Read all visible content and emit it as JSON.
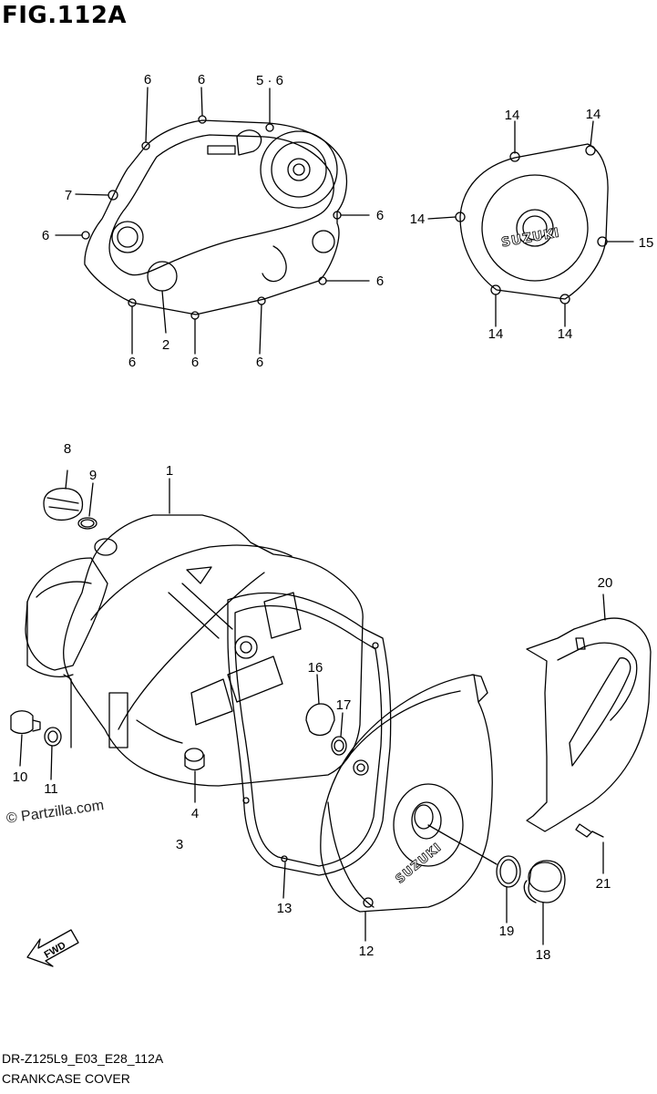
{
  "figure": {
    "title": "FIG.112A",
    "code": "DR-Z125L9_E03_E28_112A",
    "description": "CRANKCASE COVER",
    "watermark": "© Partzilla.com",
    "fwd_label": "FWD"
  },
  "callouts": [
    {
      "id": "c6a",
      "label": "6"
    },
    {
      "id": "c6b",
      "label": "6"
    },
    {
      "id": "c56",
      "label": "5 · 6"
    },
    {
      "id": "c7",
      "label": "7"
    },
    {
      "id": "c6c",
      "label": "6"
    },
    {
      "id": "c6d",
      "label": "6"
    },
    {
      "id": "c6e",
      "label": "6"
    },
    {
      "id": "c2",
      "label": "2"
    },
    {
      "id": "c6f",
      "label": "6"
    },
    {
      "id": "c6g",
      "label": "6"
    },
    {
      "id": "c6h",
      "label": "6"
    },
    {
      "id": "c14a",
      "label": "14"
    },
    {
      "id": "c14b",
      "label": "14"
    },
    {
      "id": "c14c",
      "label": "14"
    },
    {
      "id": "c15",
      "label": "15"
    },
    {
      "id": "c14d",
      "label": "14"
    },
    {
      "id": "c14e",
      "label": "14"
    },
    {
      "id": "c8",
      "label": "8"
    },
    {
      "id": "c9",
      "label": "9"
    },
    {
      "id": "c1",
      "label": "1"
    },
    {
      "id": "c20",
      "label": "20"
    },
    {
      "id": "c16",
      "label": "16"
    },
    {
      "id": "c17",
      "label": "17"
    },
    {
      "id": "c10",
      "label": "10"
    },
    {
      "id": "c11",
      "label": "11"
    },
    {
      "id": "c4",
      "label": "4"
    },
    {
      "id": "c3",
      "label": "3"
    },
    {
      "id": "c21",
      "label": "21"
    },
    {
      "id": "c13",
      "label": "13"
    },
    {
      "id": "c19",
      "label": "19"
    },
    {
      "id": "c12",
      "label": "12"
    },
    {
      "id": "c18",
      "label": "18"
    }
  ],
  "brand_marks": [
    "SUZUKI",
    "SUZUKI"
  ]
}
